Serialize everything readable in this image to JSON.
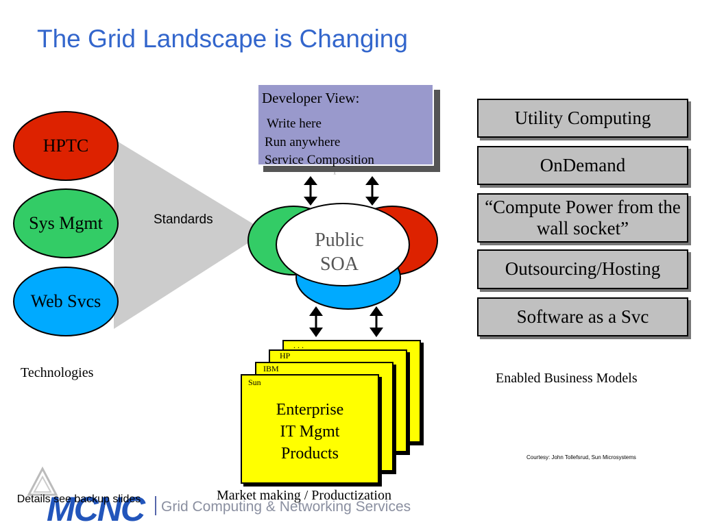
{
  "title": "The Grid Landscape is Changing",
  "technologies": {
    "items": [
      "HPTC",
      "Sys Mgmt",
      "Web Svcs"
    ],
    "caption": "Technologies",
    "colors": [
      "#dd2200",
      "#33cc66",
      "#00aaff"
    ]
  },
  "standards_label": "Standards",
  "developer_view": {
    "title": "Developer View:",
    "items": [
      "Write here",
      "Run anywhere",
      "Service Composition"
    ],
    "ghost_text": "Service Composition",
    "color": "#9999cc"
  },
  "public_soa": {
    "line1": "Public",
    "line2": "SOA"
  },
  "vendors": {
    "cards": [
      "Sun",
      "IBM",
      "HP",
      ". . ."
    ],
    "product_lines": [
      "Enterprise",
      "IT Mgmt",
      "Products"
    ],
    "caption": "Market making / Productization",
    "color": "#ffff00"
  },
  "business_models": {
    "items": [
      "Utility Computing",
      "OnDemand",
      "“Compute Power from the wall socket”",
      "Outsourcing/Hosting",
      "Software as a Svc"
    ],
    "caption": "Enabled Business Models"
  },
  "courtesy": "Courtesy: John Tollefsrud, Sun Microsystems",
  "details": "Details see backup slides",
  "footer": {
    "logo": "MCNC",
    "tagline": "Grid Computing & Networking Services",
    "logo_color": "#2255bb"
  }
}
